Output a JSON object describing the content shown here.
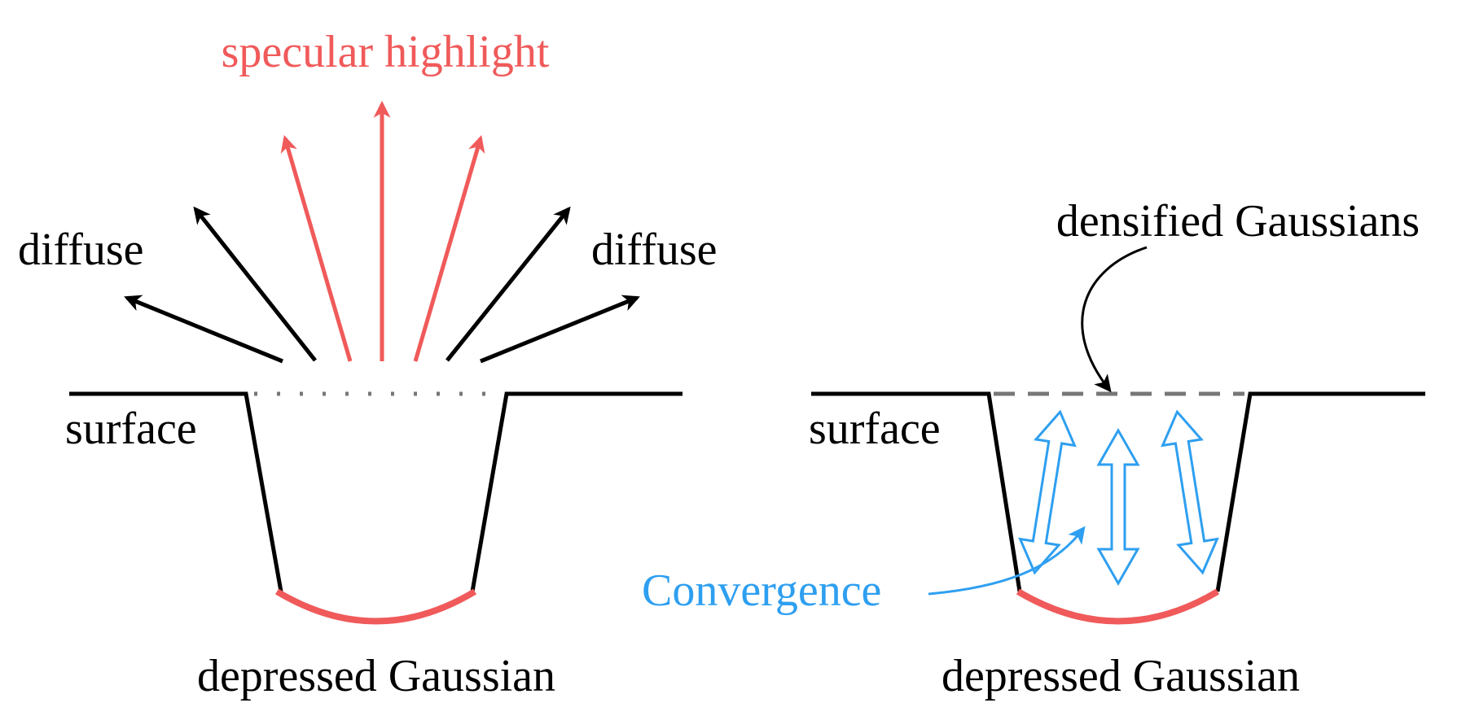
{
  "colors": {
    "black": "#000000",
    "red": "#f05a5a",
    "blue": "#2e9ff0",
    "gray": "#777777"
  },
  "left_panel": {
    "specular_label": "specular highlight",
    "diffuse_left_label": "diffuse",
    "diffuse_right_label": "diffuse",
    "surface_label": "surface",
    "gaussian_label": "depressed Gaussian"
  },
  "right_panel": {
    "densified_label": "densified Gaussians",
    "surface_label": "surface",
    "convergence_label": "Convergence",
    "gaussian_label": "depressed Gaussian"
  }
}
